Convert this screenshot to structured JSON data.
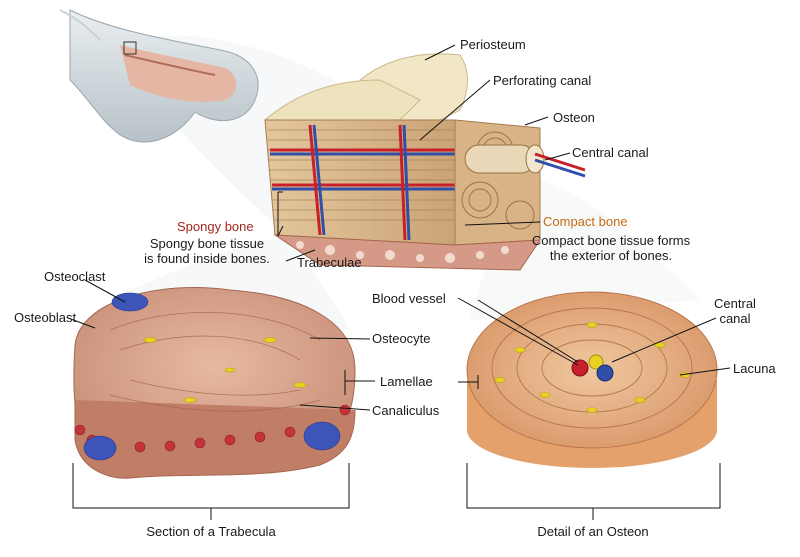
{
  "labels": {
    "periosteum": "Periosteum",
    "perforating_canal": "Perforating canal",
    "osteon": "Osteon",
    "central_canal_top": "Central canal",
    "spongy_bone": "Spongy bone",
    "spongy_desc_1": "Spongy bone tissue",
    "spongy_desc_2": "is found inside bones.",
    "compact_bone": "Compact bone",
    "compact_desc_1": "Compact bone tissue forms",
    "compact_desc_2": "the exterior of bones.",
    "trabeculae": "Trabeculae",
    "osteoclast": "Osteoclast",
    "osteoblast": "Osteoblast",
    "osteocyte": "Osteocyte",
    "lamellae": "Lamellae",
    "canaliculus": "Canaliculus",
    "blood_vessel": "Blood vessel",
    "central_canal_1": "Central",
    "central_canal_2": "canal",
    "lacuna": "Lacuna",
    "section_trabecula": "Section of a Trabecula",
    "detail_osteon": "Detail of an Osteon"
  },
  "colors": {
    "bone_tan": "#e8c9a6",
    "bone_dark": "#b9855f",
    "vessel_red": "#c8202a",
    "vessel_blue": "#2f4fa8",
    "osteocyte_yellow": "#e8d21f",
    "osteoclast_blue": "#3d55b8",
    "spongy_label": "#a3261d",
    "compact_label": "#c46a10"
  }
}
